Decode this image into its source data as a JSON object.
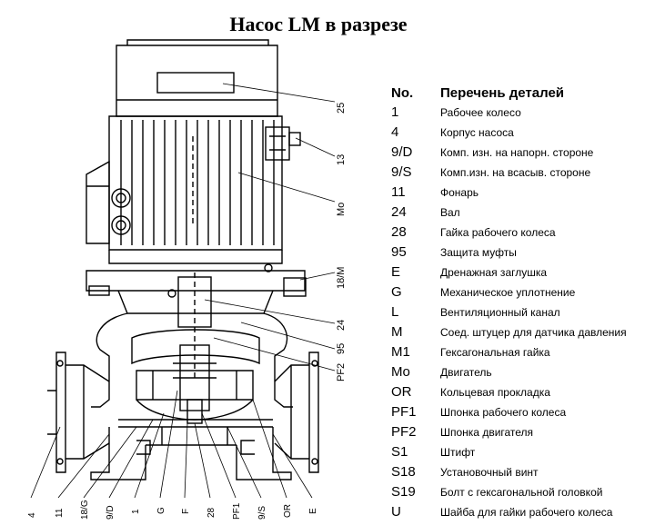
{
  "title": "Насос LM в разрезе",
  "legend": {
    "header_no": "No.",
    "header_parts": "Перечень деталей",
    "items": [
      {
        "no": "1",
        "name": "Рабочее колесо"
      },
      {
        "no": "4",
        "name": "Корпус насоса"
      },
      {
        "no": "9/D",
        "name": "Комп. изн. на напорн. стороне"
      },
      {
        "no": "9/S",
        "name": "Комп.изн. на всасыв. стороне"
      },
      {
        "no": "11",
        "name": "Фонарь"
      },
      {
        "no": "24",
        "name": "Вал"
      },
      {
        "no": "28",
        "name": "Гайка рабочего колеса"
      },
      {
        "no": "95",
        "name": "Защита муфты"
      },
      {
        "no": "E",
        "name": "Дренажная заглушка"
      },
      {
        "no": "G",
        "name": "Механическое уплотнение"
      },
      {
        "no": "L",
        "name": "Вентиляционный канал"
      },
      {
        "no": "M",
        "name": "Соед. штуцер для датчика давления"
      },
      {
        "no": "M1",
        "name": "Гексагональная гайка"
      },
      {
        "no": "Mo",
        "name": "Двигатель"
      },
      {
        "no": "OR",
        "name": "Кольцевая прокладка"
      },
      {
        "no": "PF1",
        "name": "Шпонка рабочего колеса"
      },
      {
        "no": "PF2",
        "name": "Шпонка двигателя"
      },
      {
        "no": "S1",
        "name": "Штифт"
      },
      {
        "no": "S18",
        "name": "Установочный винт"
      },
      {
        "no": "S19",
        "name": "Болт с гексагональной головкой"
      },
      {
        "no": "U",
        "name": "Шайба для гайки рабочего колеса"
      }
    ]
  },
  "callouts": {
    "right": [
      "25",
      "13",
      "Mo",
      "18/M",
      "24",
      "95",
      "PF2"
    ],
    "bottom": [
      "4",
      "11",
      "18/G",
      "9/D",
      "1",
      "G",
      "F",
      "28",
      "PF1",
      "9/S",
      "OR",
      "E"
    ]
  }
}
